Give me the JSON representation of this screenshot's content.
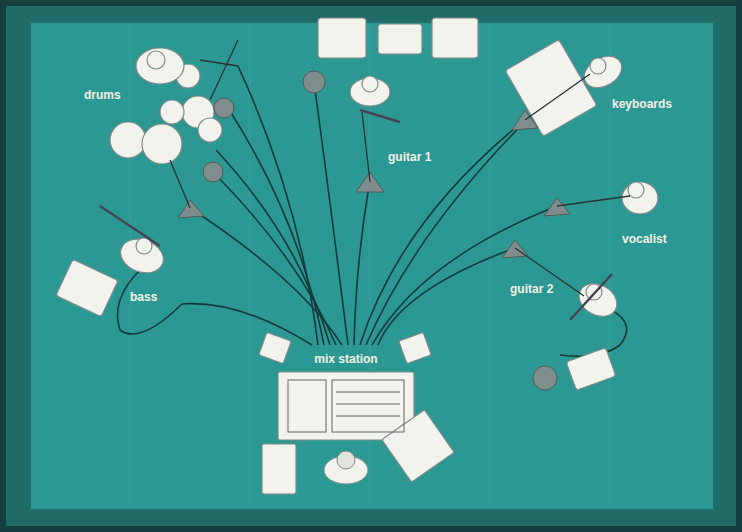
{
  "diagram": {
    "labels": [
      "drums",
      "guitar 1",
      "keyboards",
      "vocalist",
      "bass",
      "guitar 2",
      "mix station"
    ]
  }
}
